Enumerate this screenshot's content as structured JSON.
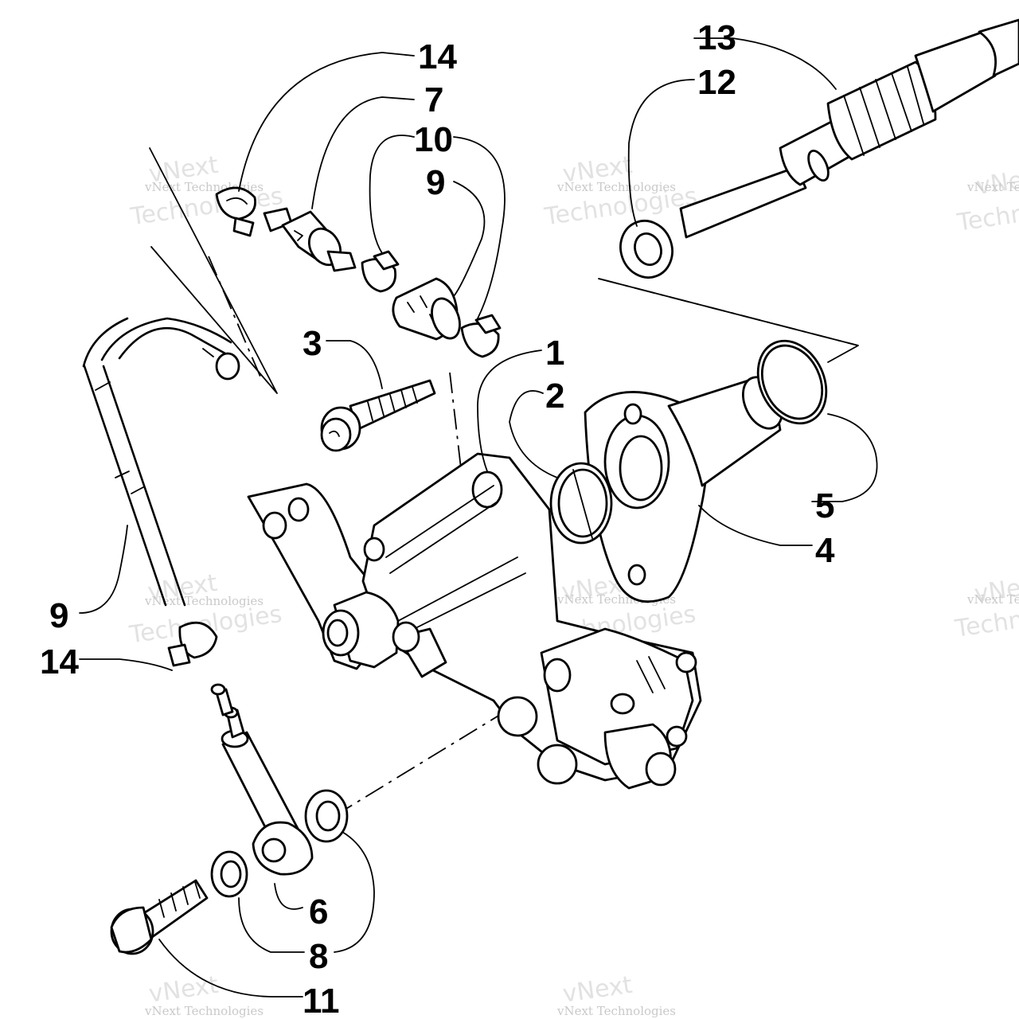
{
  "watermark": {
    "line1": "vNext Technologies",
    "line2": "Technologies",
    "line3": "vNext"
  },
  "callouts": [
    {
      "id": "c14a",
      "label": "14"
    },
    {
      "id": "c7",
      "label": "7"
    },
    {
      "id": "c10",
      "label": "10"
    },
    {
      "id": "c9a",
      "label": "9"
    },
    {
      "id": "c13",
      "label": "13"
    },
    {
      "id": "c12",
      "label": "12"
    },
    {
      "id": "c3",
      "label": "3"
    },
    {
      "id": "c1",
      "label": "1"
    },
    {
      "id": "c2",
      "label": "2"
    },
    {
      "id": "c5",
      "label": "5"
    },
    {
      "id": "c4",
      "label": "4"
    },
    {
      "id": "c9b",
      "label": "9"
    },
    {
      "id": "c14b",
      "label": "14"
    },
    {
      "id": "c6",
      "label": "6"
    },
    {
      "id": "c8",
      "label": "8"
    },
    {
      "id": "c11",
      "label": "11"
    }
  ]
}
